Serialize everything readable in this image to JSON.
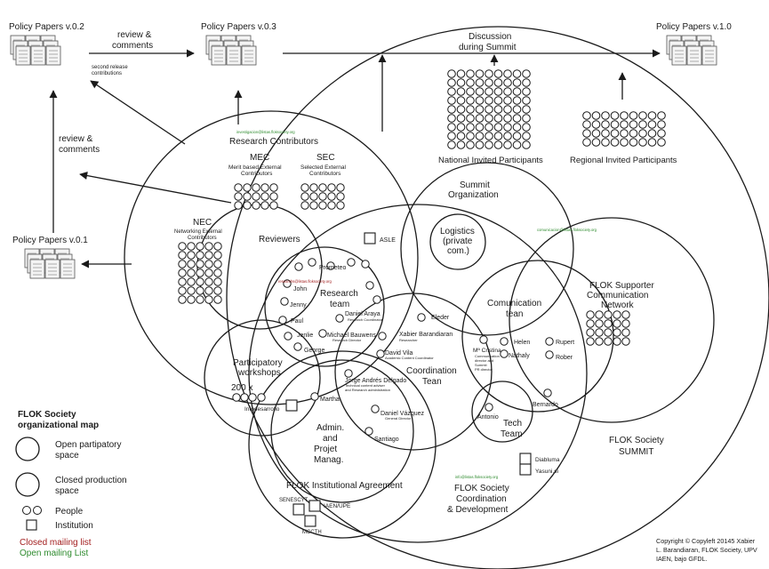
{
  "docs": {
    "pp02": "Policy Papers v.0.2",
    "pp03": "Policy Papers v.0.3",
    "pp10": "Policy Papers v.1.0",
    "pp01": "Policy Papers v.0.1"
  },
  "flows": {
    "review1": "review &",
    "review1b": "comments",
    "second1": "second release",
    "second2": "contributions",
    "review2": "review &",
    "review2b": "comments",
    "discussion1": "Discussion",
    "discussion2": "during Summit"
  },
  "summit": {
    "national": "National Invited Participants",
    "regional": "Regional Invited Participants",
    "title1": "FLOK Society",
    "title2": "SUMMIT"
  },
  "research": {
    "link": "investigacion@listas.floksociety.org",
    "title": "Research Contributors",
    "mec1": "MEC",
    "mec2": "Merit based External",
    "mec3": "Contributors",
    "sec1": "SEC",
    "sec2": "Selected External",
    "sec3": "Contributors",
    "nec1": "NEC",
    "nec2": "Networking External",
    "nec3": "Contributors",
    "reviewers": "Reviewers",
    "asle": "ASLE"
  },
  "team": {
    "link": "researchs@listas.floksociety.org",
    "title1": "Research",
    "title2": "team",
    "prometeo": "Prometeo",
    "john": "John",
    "jenny": "Jenny",
    "paul": "Paul",
    "jenlie": "Jenlie",
    "george": "George",
    "daniel_araya": "Daniel Araya",
    "daniel_araya_role": "Research Coordinator",
    "michael": "Michael Bauwens",
    "michael_role": "Research Director",
    "xabier": "Xabier Barandiaran",
    "xabier_role": "Researcher",
    "david": "David Vila",
    "david_role": "Academic Content Coordinator",
    "jorge": "Jorge Andrés Delgado",
    "jorge_role1": "Technical content adviser",
    "jorge_role2": "and Research administration",
    "eleder": "Eleder"
  },
  "org": {
    "summit1": "Summit",
    "summit2": "Organization",
    "logistics1": "Logistics",
    "logistics2": "(private",
    "logistics3": "com.)",
    "comm_link": "comunicacion@listas.floksociety.org",
    "comm1": "Comunication",
    "comm2": "tean",
    "cristina": "Mª Cristina",
    "cristina_role1": "Communication",
    "cristina_role2": "director and",
    "cristina_role3": "Summit",
    "cristina_role4": "PR director",
    "helen": "Helen",
    "rupert": "Rupert",
    "nathaly": "Nathaly",
    "rober": "Rober",
    "bernardo": "Bernardo",
    "antonio": "Antonio",
    "tech1": "Tech",
    "tech2": "Team",
    "supporter1": "FLOK Supporter",
    "supporter2": "Communication",
    "supporter3": "Network",
    "coord1": "Coordination",
    "coord2": "Tean"
  },
  "workshops": {
    "title1": "Participatory",
    "title2": "workshops",
    "count": "200 x",
    "infodesarrollo": "Infodesarrollo"
  },
  "admin": {
    "martha": "Martha",
    "daniel_vazquez": "Daniel Vázquez",
    "daniel_vazquez_role": "General Director",
    "santiago": "Santiago",
    "title1": "Admin.",
    "title2": "and",
    "title3": "Projet",
    "title4": "Manag."
  },
  "institutional": {
    "title": "FLOK Institutional Agreement",
    "senescyt": "SENESCYT",
    "iaen": "IAEN/UPE",
    "mccth": "MCCTH"
  },
  "flok_dev": {
    "link": "info@listas.floksociety.org",
    "title1": "FLOK Society",
    "title2": "Coordination",
    "title3": "& Development",
    "diabluma": "Diabluma",
    "yasuni": "Yasuni.si"
  },
  "legend": {
    "title1": "FLOK Society",
    "title2": "organizational map",
    "open1": "Open partipatory",
    "open2": "space",
    "closed1": "Closed production",
    "closed2": "space",
    "people": "People",
    "institution": "Institution",
    "closed_list": "Closed mailing list",
    "open_list": "Open mailing List",
    "colors": {
      "closed": "#a32020",
      "open": "#2e8b2e"
    }
  },
  "copyright": {
    "line1": "Copyright © Copyleft 20145 Xabier",
    "line2": "L. Barandiaran, FLOK Society, UPV",
    "line3": "IAEN, bajo GFDL."
  }
}
